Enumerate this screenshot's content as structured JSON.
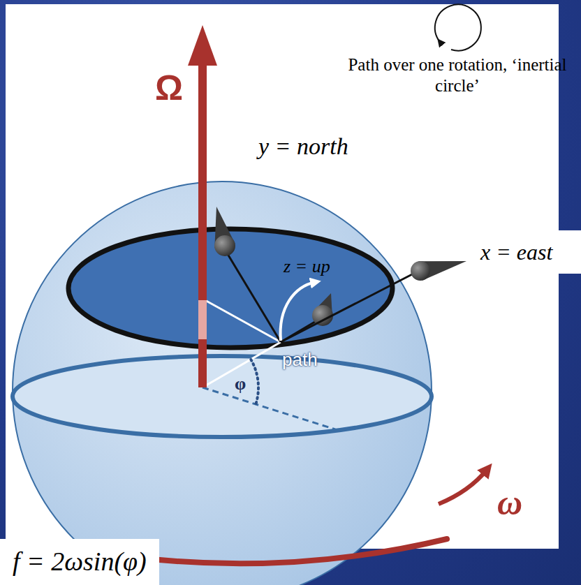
{
  "diagram": {
    "nodes": [
      {
        "text": [
          "f = 2ωsin(φ)"
        ]
      }
    ],
    "labels": [
      "Ω",
      "Path over one rotation, ‘inertial circle’",
      "y = north",
      "z = up",
      "x = east",
      "path",
      "φ",
      "ω"
    ]
  }
}
